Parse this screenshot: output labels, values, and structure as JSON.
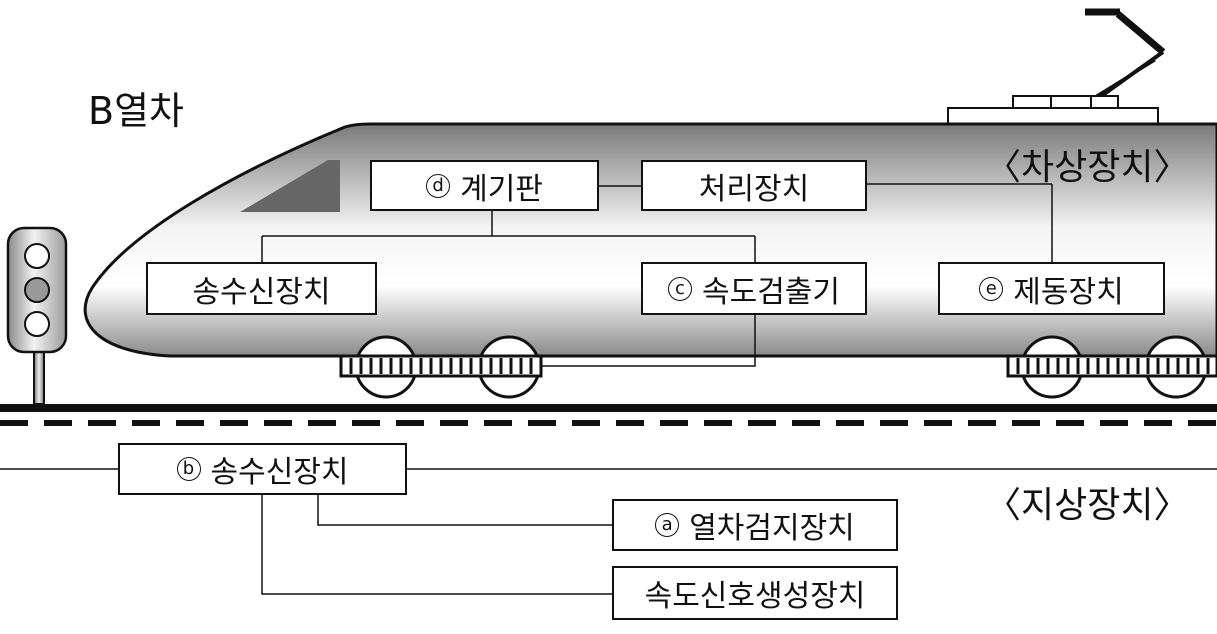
{
  "train_label": "B열차",
  "onboard_label": "〈차상장치〉",
  "ground_label": "〈지상장치〉",
  "onboard": {
    "dashboard": {
      "marker": "d",
      "label": "계기판"
    },
    "processor": {
      "label": "처리장치"
    },
    "transceiver": {
      "label": "송수신장치"
    },
    "speed_detector": {
      "marker": "c",
      "label": "속도검출기"
    },
    "brake": {
      "marker": "e",
      "label": "제동장치"
    }
  },
  "ground": {
    "transceiver": {
      "marker": "b",
      "label": "송수신장치"
    },
    "train_detector": {
      "marker": "a",
      "label": "열차검지장치"
    },
    "speed_signal": {
      "label": "속도신호생성장치"
    }
  },
  "colors": {
    "line": "#111111",
    "window": "#666666",
    "signal_mid": "#999999"
  }
}
